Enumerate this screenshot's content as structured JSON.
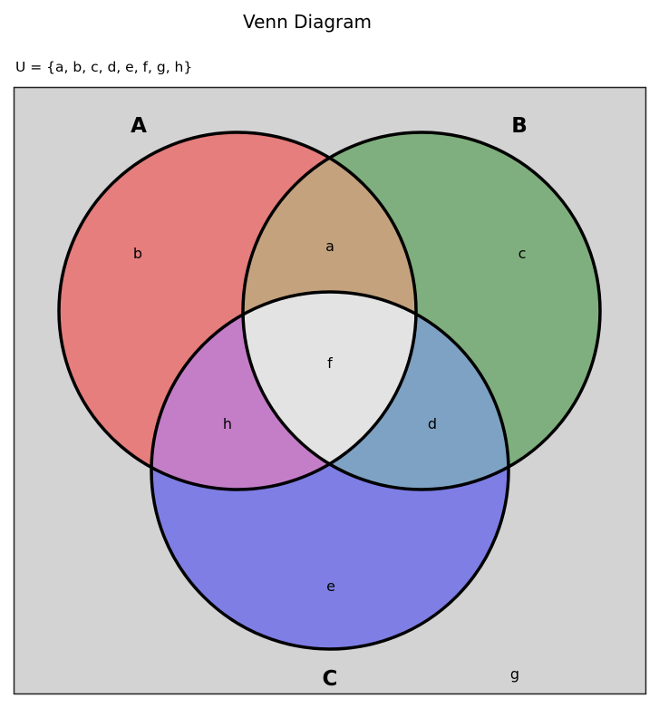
{
  "title": "Venn Diagram",
  "universe_text": "U = {a, b, c, d, e, f, g, h}",
  "colors": {
    "background": "#d3d3d3",
    "frame": "#222222",
    "outline": "#000000",
    "a_only": "#e57e7d",
    "b_only": "#7faf7e",
    "c_only": "#7e7ee5",
    "a_and_b": "#c4a27e",
    "b_and_c": "#7ea2c4",
    "a_and_c": "#c47ec8",
    "abc": "#e3e3e3"
  },
  "sets": {
    "A": "A",
    "B": "B",
    "C": "C"
  },
  "regions": {
    "a_only": "b",
    "b_only": "c",
    "c_only": "e",
    "a_and_b_only": "a",
    "b_and_c_only": "d",
    "a_and_c_only": "h",
    "abc": "f",
    "outside": "g"
  }
}
